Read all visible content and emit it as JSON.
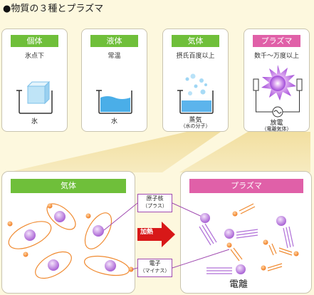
{
  "title": "物質の３種とプラズマ",
  "title_bullet": "●",
  "states": [
    {
      "header": "個体",
      "subtitle": "氷点下",
      "label": "氷",
      "label2": ""
    },
    {
      "header": "液体",
      "subtitle": "常温",
      "label": "水",
      "label2": ""
    },
    {
      "header": "気体",
      "subtitle": "摂氏百度以上",
      "label": "蒸気",
      "label2": "（水の分子）"
    },
    {
      "header": "プラズマ",
      "subtitle": "数千～万度以上",
      "label": "放電",
      "label2": "（電離気体）"
    }
  ],
  "detail": {
    "gas_header": "気体",
    "plasma_header": "プラズマ",
    "nucleus_label": "原子核",
    "nucleus_sub": "（プラス）",
    "electron_label": "電子",
    "electron_sub": "（マイナス）",
    "heat_label": "加熱",
    "ionized_label": "電離"
  },
  "colors": {
    "gas_header": "#6fbf3a",
    "plasma_header": "#e060a8",
    "nucleus": "#b070d8",
    "electron": "#f08a30",
    "arrow": "#d81818"
  }
}
